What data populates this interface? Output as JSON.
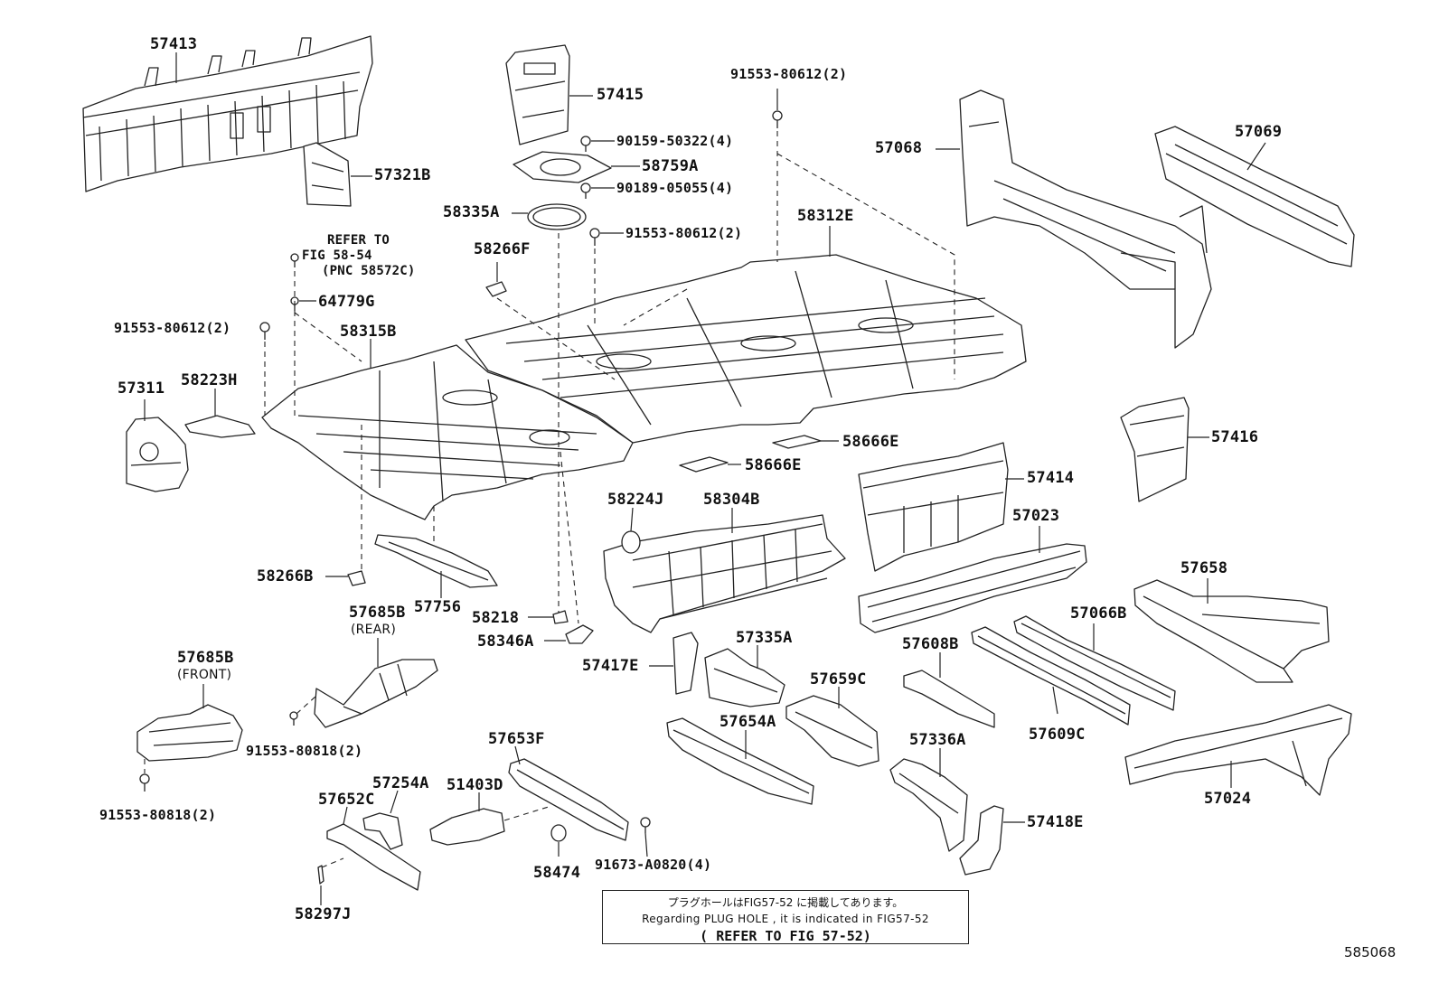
{
  "labels": {
    "p57413": "57413",
    "p57415": "57415",
    "p91553_top": "91553-80612(2)",
    "p57321B": "57321B",
    "p90159": "90159-50322(4)",
    "p58759A": "58759A",
    "p90189": "90189-05055(4)",
    "p58335A": "58335A",
    "p91553_mid": "91553-80612(2)",
    "p58312E": "58312E",
    "p57068": "57068",
    "p57069": "57069",
    "p58266F": "58266F",
    "p64779G": "64779G",
    "p91553_left": "91553-80612(2)",
    "p58315B": "58315B",
    "p57311": "57311",
    "p58223H": "58223H",
    "p58666E_a": "58666E",
    "p58666E_b": "58666E",
    "p57416": "57416",
    "p57414": "57414",
    "p58224J": "58224J",
    "p58304B": "58304B",
    "p57023": "57023",
    "p58266B": "58266B",
    "p57756": "57756",
    "p57685B_rear": "57685B",
    "p58218": "58218",
    "p58346A": "58346A",
    "p57658": "57658",
    "p57066B": "57066B",
    "p57685B_front": "57685B",
    "p57417E": "57417E",
    "p57335A": "57335A",
    "p57608B": "57608B",
    "p57659C": "57659C",
    "p91553_80818_a": "91553-80818(2)",
    "p57654A": "57654A",
    "p57609C": "57609C",
    "p57653F": "57653F",
    "p57336A": "57336A",
    "p57024": "57024",
    "p57254A": "57254A",
    "p51403D": "51403D",
    "p57652C": "57652C",
    "p91553_80818_b": "91553-80818(2)",
    "p57418E": "57418E",
    "p91673": "91673-A0820(4)",
    "p58474": "58474",
    "p58297J": "58297J"
  },
  "notes": {
    "refer_line1": "REFER TO",
    "refer_line2": "FIG 58-54",
    "refer_line3": "(PNC 58572C)",
    "rear": "(REAR)",
    "front": "(FRONT)"
  },
  "notebox": {
    "line1": "プラグホールはFIG57-52 に掲載してあります。",
    "line2": "Regarding PLUG HOLE , it is indicated in FIG57-52",
    "line3": "( REFER TO FIG 57-52)"
  },
  "figure_number": "585068"
}
